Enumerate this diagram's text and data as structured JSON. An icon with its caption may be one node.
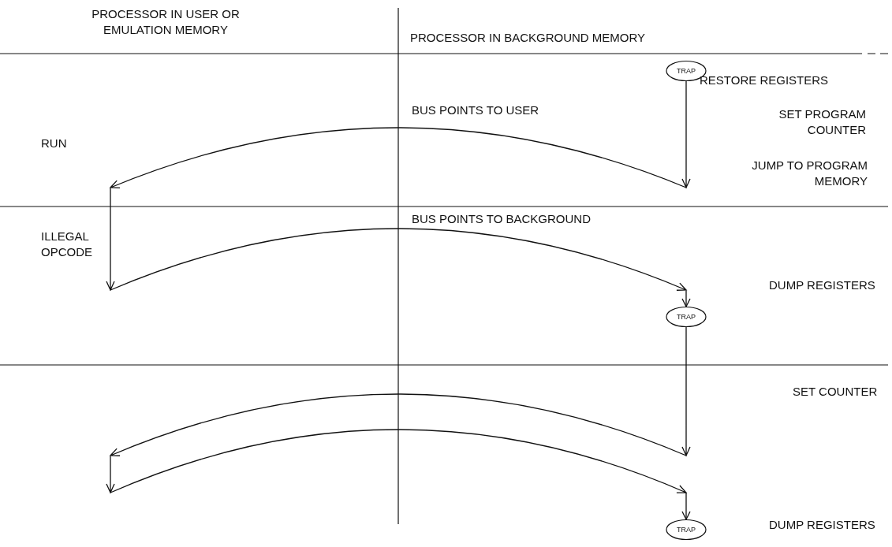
{
  "diagram": {
    "nodes": [
      {
        "text": [
          "TRAP"
        ]
      },
      {
        "text": [
          "TRAP"
        ]
      },
      {
        "text": [
          "TRAP"
        ]
      }
    ],
    "edges": [
      {
        "from": 0,
        "to": 1,
        "arrow": "to"
      },
      {
        "from": 1,
        "to": 2,
        "arrow": "to"
      }
    ],
    "labels": [
      "PROCESSOR IN USER OR EMULATION MEMORY",
      "PROCESSOR IN BACKGROUND MEMORY",
      "RESTORE REGISTERS",
      "BUS POINTS TO USER",
      "SET PROGRAM COUNTER",
      "RUN",
      "JUMP TO PROGRAM MEMORY",
      "BUS POINTS TO BACKGROUND",
      "ILLEGAL OPCODE",
      "DUMP REGISTERS",
      "SET COUNTER",
      "DUMP REGISTERS"
    ]
  }
}
